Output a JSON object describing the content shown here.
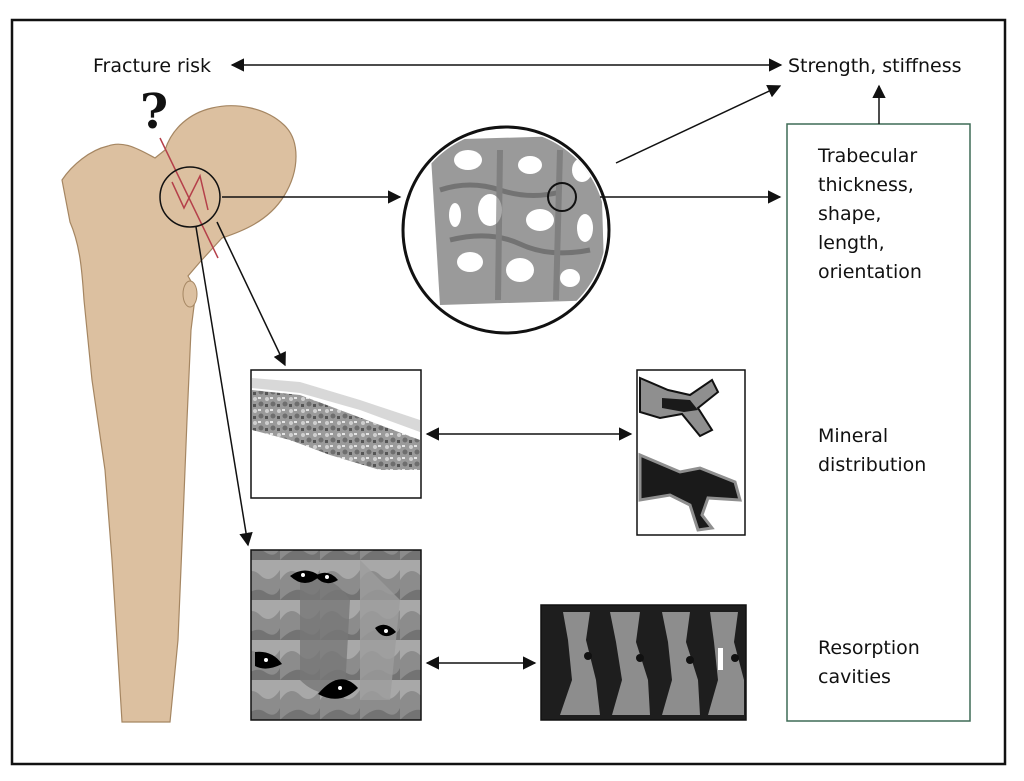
{
  "labels": {
    "fracture_risk": "Fracture risk",
    "question_mark": "?",
    "strength_stiffness": "Strength, stiffness",
    "trabecular_properties": [
      "Trabecular",
      "thickness,",
      "shape,",
      "length,",
      "orientation"
    ],
    "mineral_distribution": [
      "Mineral",
      "distribution"
    ],
    "resorption_cavities": [
      "Resorption",
      "cavities"
    ]
  },
  "colors": {
    "bone": "#dcc0a0",
    "bone_outline": "#a58662",
    "fracture_line": "#b5404a",
    "property_box_border": "#3e6b56",
    "frame": "#111111",
    "arrow": "#111111"
  },
  "images": {
    "trabecular_sphere": "3D micro-CT rendering of trabecular bone network",
    "trabecula_micrograph": "grayscale micrograph of a single trabecula",
    "mineral_map": "binary mineral distribution map of branching trabeculae",
    "resorption_render": "3D rendering of trabeculae with resorption cavities",
    "cavity_slices": "four cross-section slices showing resorption cavities"
  }
}
